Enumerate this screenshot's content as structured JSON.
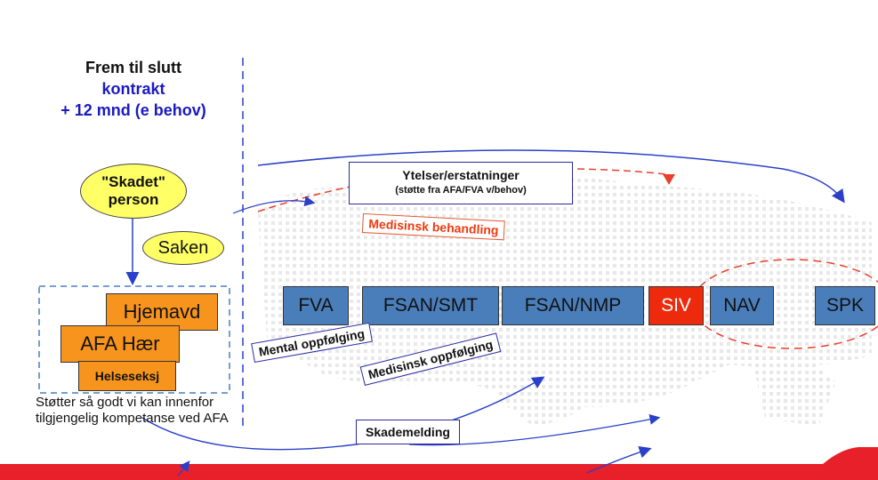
{
  "heading": {
    "line1": "Frem til slutt",
    "line2": "kontrakt",
    "line3": "+ 12 mnd (e behov)"
  },
  "person": {
    "line1": "\"Skadet\"",
    "line2": "person"
  },
  "case_label": "Saken",
  "units": {
    "hjemavd": "Hjemavd",
    "afa_haer": "AFA Hær",
    "helseseksj": "Helseseksj"
  },
  "support_note": "Støtter så godt vi kan innenfor tilgjengelig kompetanse ved AFA",
  "benefits": {
    "title": "Ytelser/erstatninger",
    "subtitle": "(støtte fra AFA/FVA v/behov)"
  },
  "medical_treatment": "Medisinsk behandling",
  "organizations": [
    {
      "label": "FVA",
      "color": "#4a7ebb"
    },
    {
      "label": "FSAN/SMT",
      "color": "#4a7ebb"
    },
    {
      "label": "FSAN/NMP",
      "color": "#4a7ebb"
    },
    {
      "label": "SIV",
      "color": "#ee2a0c"
    },
    {
      "label": "NAV",
      "color": "#4a7ebb"
    },
    {
      "label": "SPK",
      "color": "#4a7ebb"
    }
  ],
  "mental_followup": "Mental oppfølging",
  "medical_followup": "Medisinsk oppfølging",
  "injury_report": "Skademelding",
  "colors": {
    "accent_blue": "#1a1ac0",
    "org_blue": "#4a7ebb",
    "alert_red": "#ee2a0c",
    "unit_orange": "#f7941d",
    "person_yellow": "#ffff66",
    "footer_red": "#e8202a"
  }
}
